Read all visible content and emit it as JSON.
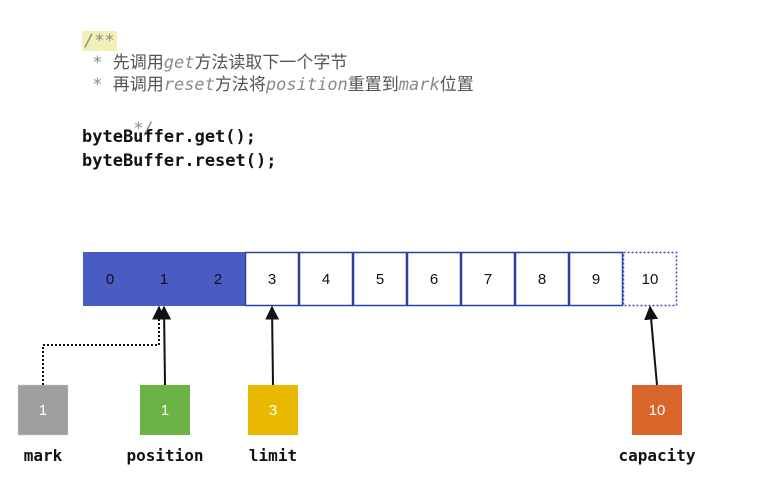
{
  "code": {
    "comment_open": "/**",
    "comment_line1_prefix": " * ",
    "comment_line1_cjk1": "先调用",
    "comment_line1_code1": "get",
    "comment_line1_cjk2": "方法读取下一个字节",
    "comment_line2_prefix": " * ",
    "comment_line2_cjk1": "再调用",
    "comment_line2_code1": "reset",
    "comment_line2_cjk2": "方法将",
    "comment_line2_code2": "position",
    "comment_line2_cjk3": "重置到",
    "comment_line2_code3": "mark",
    "comment_line2_cjk4": "位置",
    "comment_close": " */",
    "statement1": "byteBuffer.get();",
    "statement2": "byteBuffer.reset();"
  },
  "buffer": {
    "cells": [
      "0",
      "1",
      "2",
      "3",
      "4",
      "5",
      "6",
      "7",
      "8",
      "9",
      "10"
    ],
    "filled_count": 3,
    "fill_color": "#4a5bc4",
    "cell_border_color": "#2f3f9c"
  },
  "pointers": [
    {
      "id": "mark",
      "label": "mark",
      "value": "1",
      "color": "#9e9e9e",
      "points_to_cell": 1,
      "style": "dotted"
    },
    {
      "id": "position",
      "label": "position",
      "value": "1",
      "color": "#6bb344",
      "points_to_cell": 1,
      "style": "solid"
    },
    {
      "id": "limit",
      "label": "limit",
      "value": "3",
      "color": "#e8b900",
      "points_to_cell": 3,
      "style": "solid"
    },
    {
      "id": "capacity",
      "label": "capacity",
      "value": "10",
      "color": "#d9662b",
      "points_to_cell": 10,
      "style": "solid"
    }
  ]
}
